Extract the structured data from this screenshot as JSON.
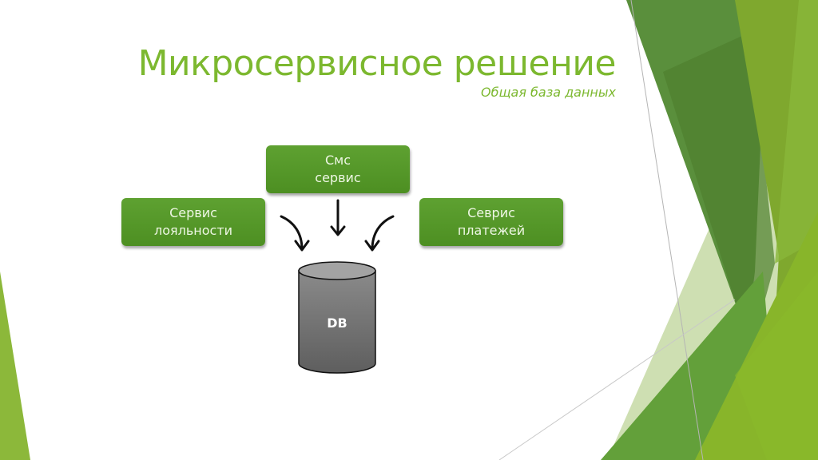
{
  "slide": {
    "title": "Микросервисное решение",
    "subtitle": "Общая база данных"
  },
  "diagram": {
    "services": [
      {
        "line1": "Смс",
        "line2": "сервис"
      },
      {
        "line1": "Сервис",
        "line2": "лояльности"
      },
      {
        "line1": "Севрис",
        "line2": "платежей"
      }
    ],
    "database": {
      "label": "DB"
    },
    "edges": [
      {
        "from": "Смс сервис",
        "to": "DB"
      },
      {
        "from": "Сервис лояльности",
        "to": "DB"
      },
      {
        "from": "Севрис платежей",
        "to": "DB"
      }
    ]
  },
  "colors": {
    "accent": "#7cb82f",
    "box": "#5a9e2f",
    "db": "#6e6e6e"
  }
}
